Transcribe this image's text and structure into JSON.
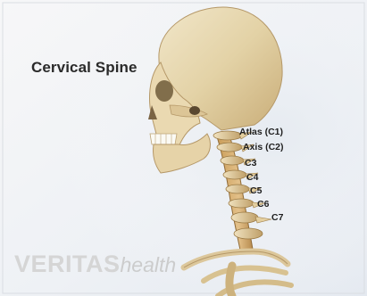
{
  "title": "Cervical Spine",
  "vertebrae_labels": [
    "Atlas (C1)",
    "Axis (C2)",
    "C3",
    "C4",
    "C5",
    "C6",
    "C7"
  ],
  "watermark": {
    "brand": "VERITAS",
    "suffix": "health"
  },
  "colors": {
    "background_light": "#eef2f6",
    "bone": "#e8d9b4",
    "bone_shadow": "#b89a66",
    "label_text": "#1f1f1f"
  }
}
